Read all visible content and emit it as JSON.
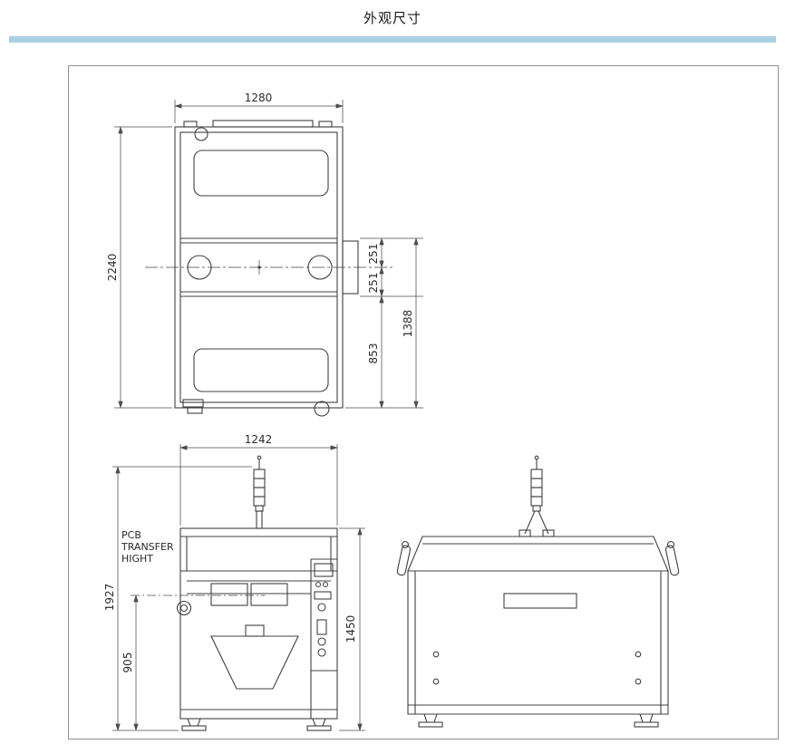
{
  "page": {
    "title": "外观尺寸"
  },
  "colors": {
    "divider": "#a9cfe3",
    "panel_border": "#8f8f8f",
    "line": "#404040"
  },
  "top_view": {
    "dim_width": "1280",
    "dim_height": "2240",
    "dim_upper_offset": "251",
    "dim_lower_offset": "251",
    "dim_right_span": "1388",
    "dim_lower_span": "853"
  },
  "front_view": {
    "dim_width": "1242",
    "dim_total_height": "1927",
    "dim_pcb_height": "905",
    "dim_machine_height": "1450",
    "pcb_label": [
      "PCB",
      "TRANSFER",
      "HIGHT"
    ]
  }
}
